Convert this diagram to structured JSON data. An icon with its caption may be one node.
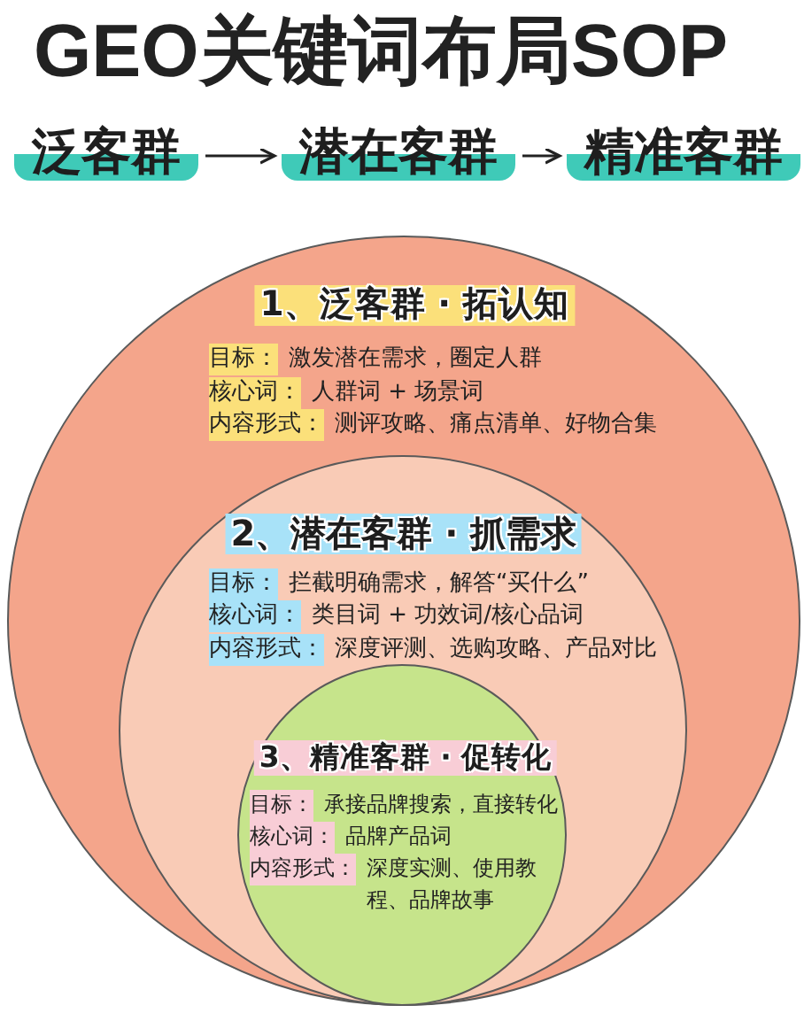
{
  "diagram": {
    "title": "GEO关键词布局SOP",
    "nodes": [
      {
        "text": [
          "泛客群"
        ]
      },
      {
        "text": [
          "潜在客群"
        ]
      },
      {
        "text": [
          "精准客群"
        ]
      },
      {
        "text": [
          "1、泛客群 · 拓认知",
          "目标：",
          "激发潜在需求，圈定人群",
          "核心词：",
          "人群词 + 场景词",
          "内容形式：",
          "测评攻略、痛点清单、好物合集"
        ]
      },
      {
        "text": [
          "2、潜在客群 · 抓需求",
          "目标：",
          "拦截明确需求，解答“买什么”",
          "核心词：",
          "类目词 + 功效词/核心品词",
          "内容形式：",
          "深度评测、选购攻略、产品对比"
        ],
        "in": 3
      },
      {
        "text": [
          "3、精准客群 · 促转化",
          "目标：",
          "承接品牌搜索，直接转化",
          "核心词：",
          "品牌产品词",
          "内容形式：",
          "深度实测、使用教程、品牌故事"
        ],
        "in": 4
      }
    ],
    "edges": [
      {
        "from": 0,
        "to": 1,
        "arrow": "to"
      },
      {
        "from": 1,
        "to": 2,
        "arrow": "to"
      }
    ]
  }
}
